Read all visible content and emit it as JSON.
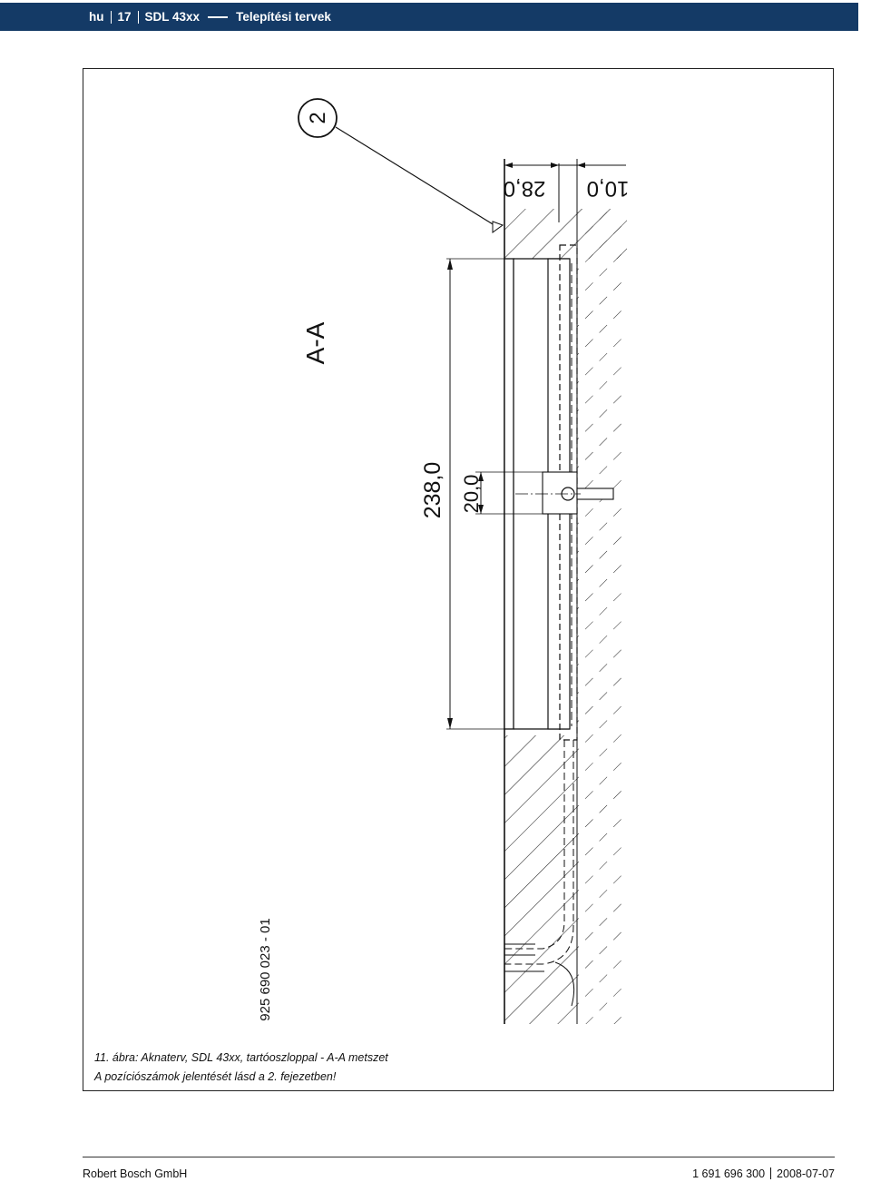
{
  "header": {
    "lang": "hu",
    "page": "17",
    "product": "SDL 43xx",
    "section": "Telepítési tervek"
  },
  "drawing": {
    "section_label": "A-A",
    "position_marker": "2",
    "drawing_number": "925 690 023 - 01",
    "dimensions": {
      "height_total": "238,0",
      "depth_small": "20,0",
      "depth_top": "28,0",
      "wall_gap": "10,0"
    }
  },
  "caption": {
    "line1": "11. ábra: Aknaterv, SDL 43xx, tartóoszloppal - A-A metszet",
    "line2": "A pozíciószámok jelentését lásd a 2. fejezetben!"
  },
  "footer": {
    "company": "Robert Bosch GmbH",
    "doc_number": "1 691 696 300",
    "date": "2008-07-07"
  }
}
